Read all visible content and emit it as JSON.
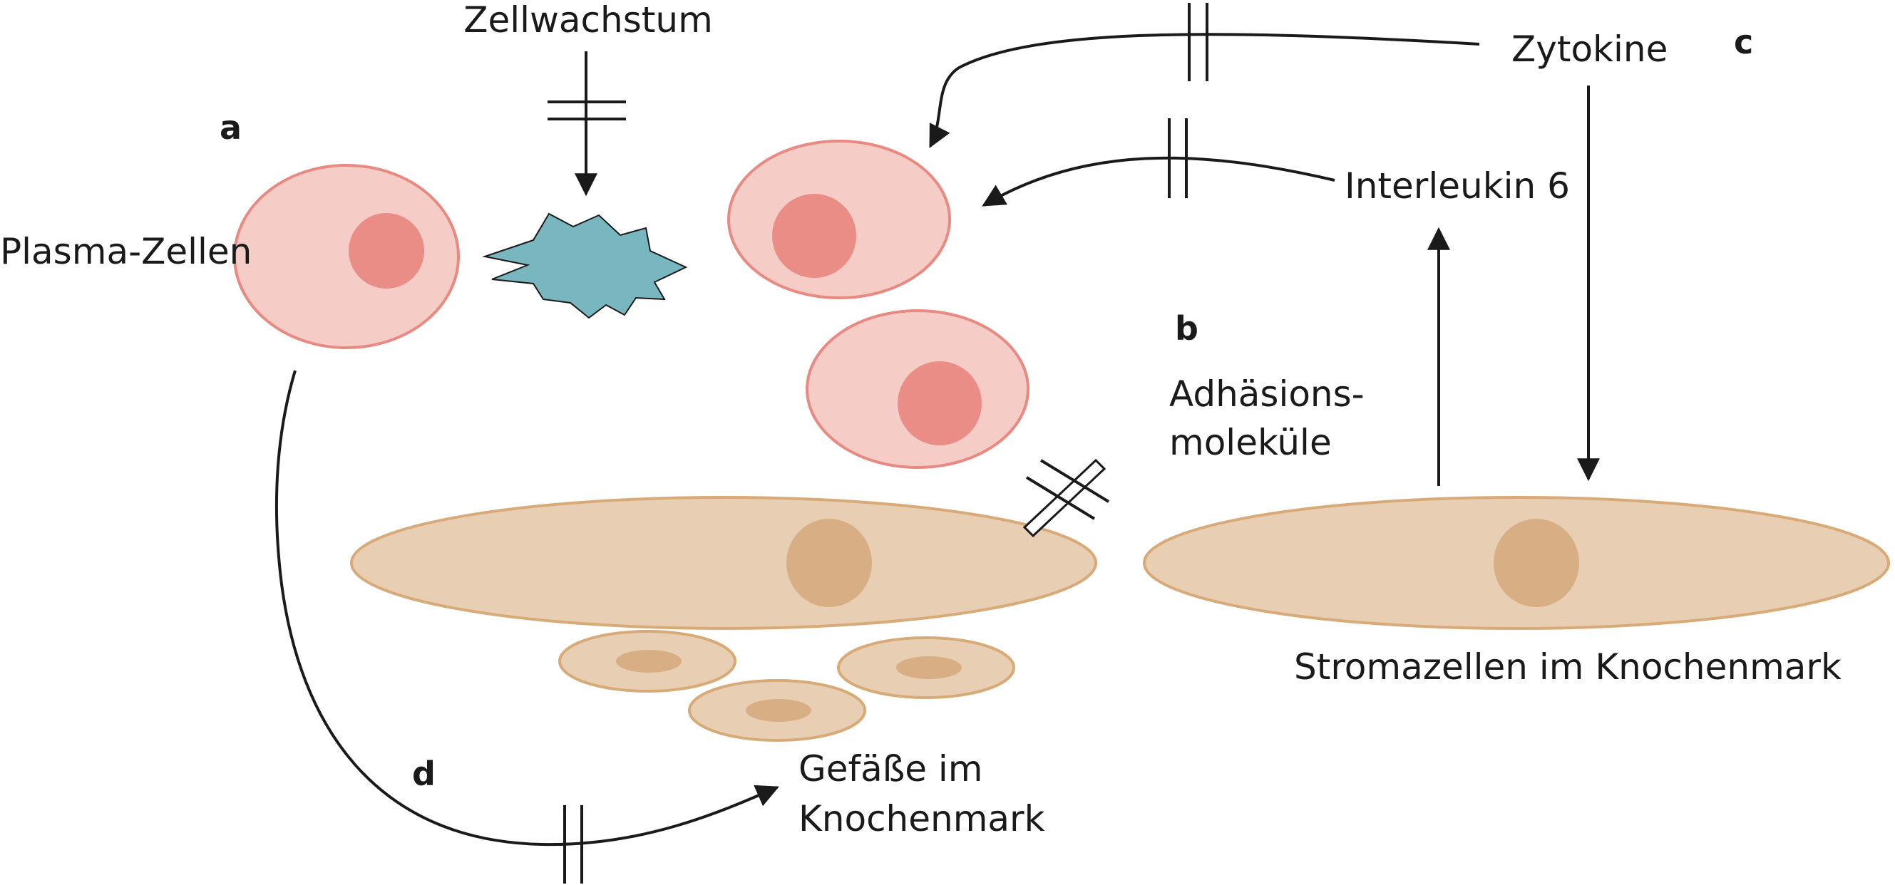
{
  "labels": {
    "a": "a",
    "b": "b",
    "c": "c",
    "d": "d",
    "zellwachstum": "Zellwachstum",
    "plasma_zellen": "Plasma-Zellen",
    "zytokine": "Zytokine",
    "interleukin": "Interleukin 6",
    "adhaesion_line1": "Adhäsions-",
    "adhaesion_line2": "moleküle",
    "stromazellen": "Stromazellen im Knochenmark",
    "gefaesse_line1": "Gefäße im",
    "gefaesse_line2": "Knochenmark"
  },
  "colors": {
    "plasma_cell_fill": "#f5cdc6",
    "plasma_cell_stroke": "#e88a82",
    "plasma_nucleus": "#ea8d87",
    "stroma_cell_fill": "#e8cfb4",
    "stroma_cell_stroke": "#d8aa78",
    "stroma_nucleus": "#d8ae84",
    "starburst_fill": "#79b7c0",
    "arrow": "#1a1a1a"
  }
}
